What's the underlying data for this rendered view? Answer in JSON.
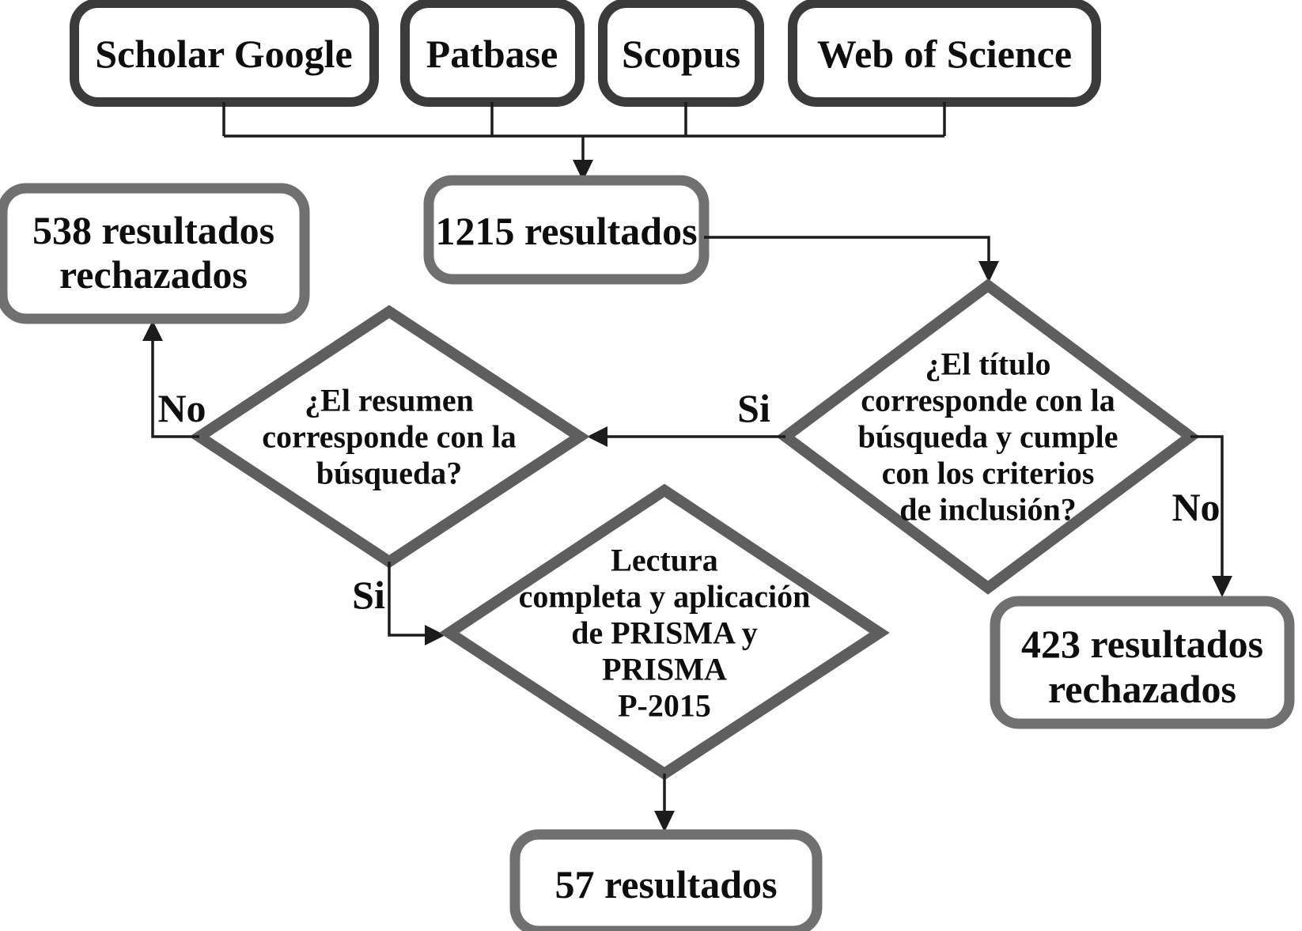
{
  "diagram": {
    "sources": [
      {
        "label": "Scholar Google"
      },
      {
        "label": "Patbase"
      },
      {
        "label": "Scopus"
      },
      {
        "label": "Web of Science"
      }
    ],
    "nodes": {
      "results_total": {
        "label": "1215 resultados"
      },
      "rejected_abstract": {
        "lines": [
          "538 resultados",
          "rechazados"
        ]
      },
      "rejected_title": {
        "lines": [
          "423 resultados",
          "rechazados"
        ]
      },
      "results_final": {
        "label": "57 resultados"
      },
      "title_check": {
        "lines": [
          "¿El título",
          "corresponde con la",
          "búsqueda y cumple",
          "con los criterios",
          "de inclusión?"
        ]
      },
      "abstract_check": {
        "lines": [
          "¿El resumen",
          "corresponde con la",
          "búsqueda?"
        ]
      },
      "full_reading": {
        "lines": [
          "Lectura",
          "completa y aplicación",
          "de PRISMA y",
          "PRISMA",
          "P-2015"
        ]
      }
    },
    "edge_labels": {
      "title_yes": "Si",
      "title_no": "No",
      "abstract_yes": "Si",
      "abstract_no": "No"
    },
    "colors": {
      "background": "#ffffff",
      "source_border": "#3b3b3b",
      "result_border": "#707070",
      "diamond_border": "#5e5e5e",
      "line": "#1c1c1c",
      "text": "#0e0e0e"
    }
  }
}
